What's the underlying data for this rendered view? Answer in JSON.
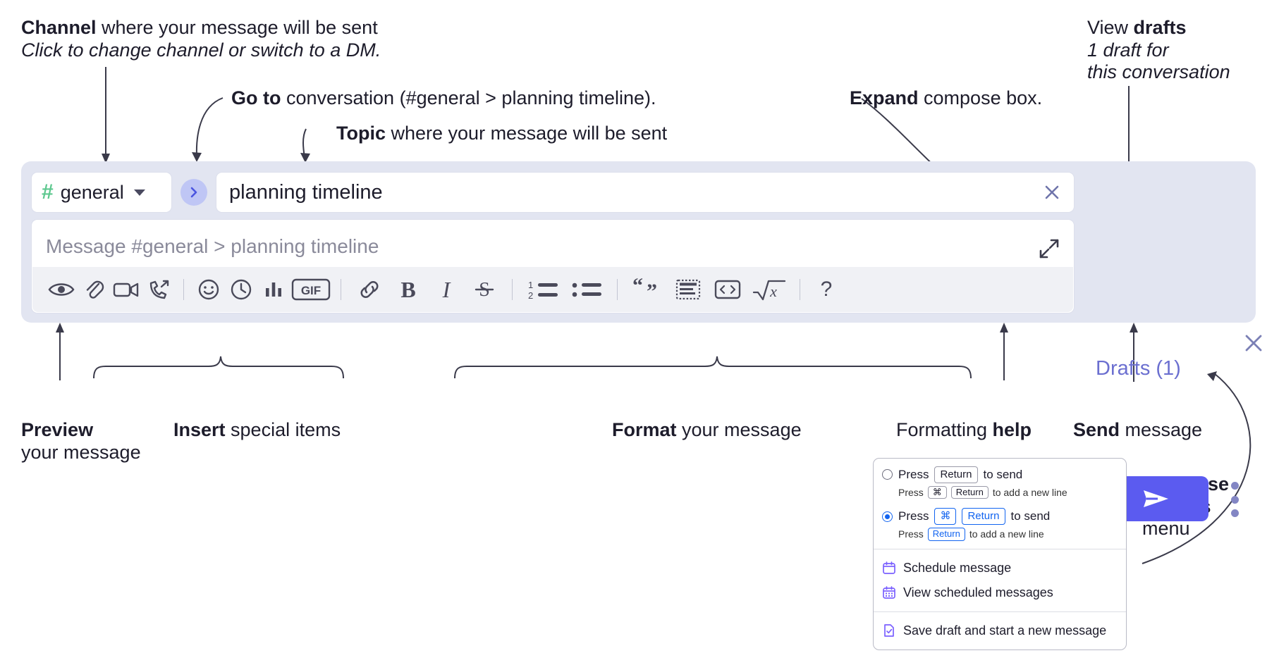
{
  "annotations": {
    "channel": {
      "bold": "Channel",
      "rest": " where your message will be sent",
      "italic": "Click to change channel or switch to a DM."
    },
    "goto": {
      "bold": "Go to",
      "rest": " conversation (#general > planning timeline)."
    },
    "topic": {
      "bold": "Topic",
      "rest": " where your message will be sent"
    },
    "expand": {
      "bold": "Expand",
      "rest": " compose box."
    },
    "drafts": {
      "plain": "View ",
      "bold": "drafts",
      "italic1": "1 draft for",
      "italic2": "this conversation"
    },
    "preview": {
      "bold": "Preview",
      "line2": "your message"
    },
    "insert": {
      "bold": "Insert",
      "rest": " special items"
    },
    "format": {
      "bold": "Format",
      "rest": " your message"
    },
    "formatting_help": {
      "plain": "Formatting ",
      "bold": "help"
    },
    "send": {
      "bold": "Send",
      "rest": " message"
    },
    "compose_options": {
      "bold1": "Compose",
      "bold2": "options",
      "rest": "menu"
    }
  },
  "compose": {
    "channel_name": "general",
    "channel_hash": "#",
    "goto_icon": "chevron-right-icon",
    "topic_value": "planning timeline",
    "topic_clear_icon": "close-icon",
    "message_placeholder": "Message #general > planning timeline",
    "expand_icon": "expand-icon",
    "panel_close_icon": "close-icon",
    "drafts_label": "Drafts (1)",
    "send_icon": "send-icon",
    "kebab_icon": "more-vertical-icon",
    "toolbar": [
      {
        "name": "preview-icon",
        "label": "Preview"
      },
      {
        "name": "attachment-icon",
        "label": "Attach file"
      },
      {
        "name": "video-icon",
        "label": "Record video clip"
      },
      {
        "name": "audio-call-icon",
        "label": "Record audio clip"
      },
      {
        "name": "separator",
        "label": ""
      },
      {
        "name": "emoji-icon",
        "label": "Emoji"
      },
      {
        "name": "clock-icon",
        "label": "Reminder"
      },
      {
        "name": "poll-icon",
        "label": "Poll"
      },
      {
        "name": "gif-icon",
        "label": "GIF"
      },
      {
        "name": "separator",
        "label": ""
      },
      {
        "name": "link-icon",
        "label": "Link"
      },
      {
        "name": "bold-icon",
        "label": "B"
      },
      {
        "name": "italic-icon",
        "label": "I"
      },
      {
        "name": "strikethrough-icon",
        "label": "S"
      },
      {
        "name": "separator",
        "label": ""
      },
      {
        "name": "ordered-list-icon",
        "label": "Ordered list"
      },
      {
        "name": "bulleted-list-icon",
        "label": "Bulleted list"
      },
      {
        "name": "separator",
        "label": ""
      },
      {
        "name": "blockquote-icon",
        "label": "Blockquote"
      },
      {
        "name": "code-block-icon",
        "label": "Code block"
      },
      {
        "name": "code-inline-icon",
        "label": "Code"
      },
      {
        "name": "latex-icon",
        "label": "LaTeX"
      },
      {
        "name": "separator",
        "label": ""
      },
      {
        "name": "help-icon",
        "label": "?"
      }
    ]
  },
  "options_menu": {
    "option1": {
      "pre": "Press",
      "key": "Return",
      "post": "to send",
      "selected": false,
      "sub_pre": "Press",
      "sub_key1": "⌘",
      "sub_key2": "Return",
      "sub_post": "to add a new line"
    },
    "option2": {
      "pre": "Press",
      "key1": "⌘",
      "key2": "Return",
      "post": "to send",
      "selected": true,
      "sub_pre": "Press",
      "sub_key": "Return",
      "sub_post": "to add a new line"
    },
    "items": [
      {
        "icon": "calendar-icon",
        "label": "Schedule message"
      },
      {
        "icon": "calendar-grid-icon",
        "label": "View scheduled messages"
      },
      {
        "icon": "save-draft-icon",
        "label": "Save draft and start a new message"
      }
    ]
  },
  "colors": {
    "panel_bg": "#e2e5f1",
    "accent": "#5b5bf0",
    "hash_green": "#5ec88f",
    "drafts_text": "#6b6fd0",
    "radio_blue": "#1264f0"
  }
}
